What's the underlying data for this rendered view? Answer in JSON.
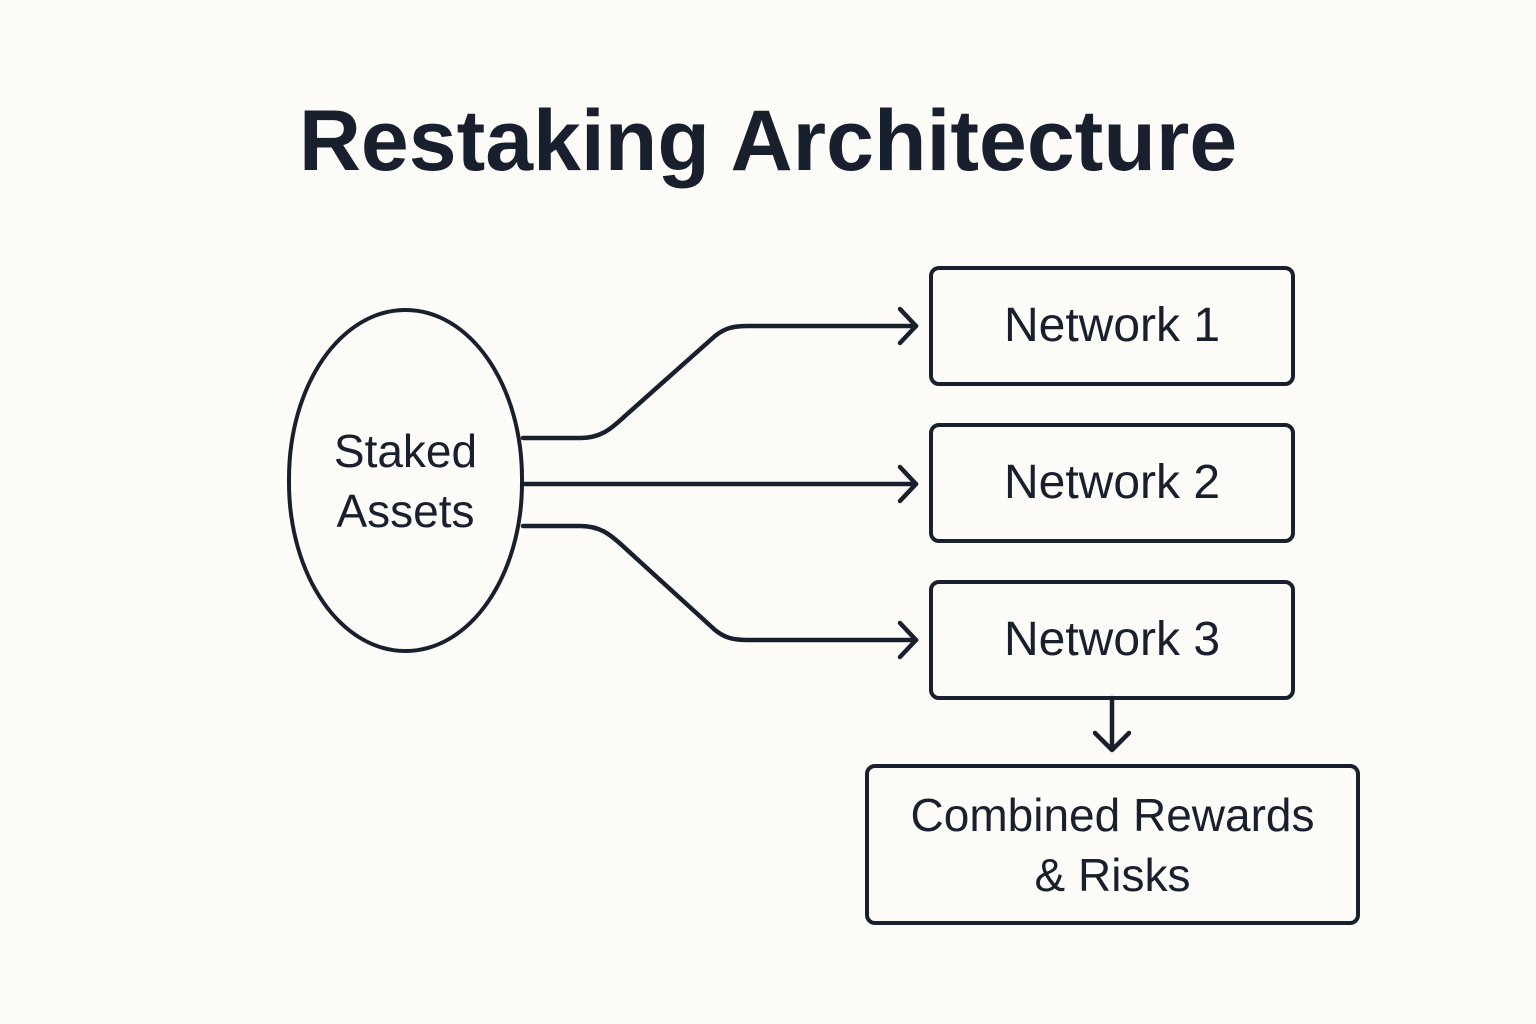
{
  "title": "Restaking Architecture",
  "nodes": {
    "source": {
      "line1": "Staked",
      "line2": "Assets"
    },
    "network1": "Network 1",
    "network2": "Network 2",
    "network3": "Network 3",
    "result": {
      "line1": "Combined Rewards",
      "line2": "& Risks"
    }
  },
  "colors": {
    "background": "#fdfcf8",
    "stroke": "#18202e"
  }
}
